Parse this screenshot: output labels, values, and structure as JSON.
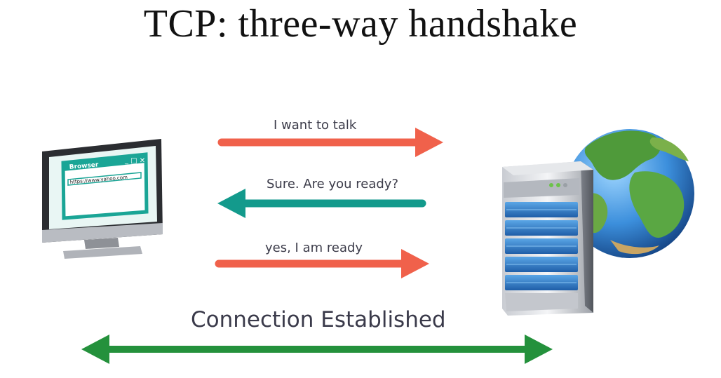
{
  "title": "TCP: three-way handshake",
  "client": {
    "window_title": "Browser",
    "url": "https://www.yahoo.com"
  },
  "messages": [
    {
      "text": "I want to talk",
      "direction": "client-to-server",
      "color": "#f0614b"
    },
    {
      "text": "Sure. Are you ready?",
      "direction": "server-to-client",
      "color": "#139a8c"
    },
    {
      "text": "yes, I am ready",
      "direction": "client-to-server",
      "color": "#f0614b"
    }
  ],
  "established": {
    "label": "Connection Established",
    "direction": "bidirectional",
    "color": "#24913c"
  },
  "icons": [
    "computer-monitor-icon",
    "server-icon",
    "globe-icon"
  ]
}
